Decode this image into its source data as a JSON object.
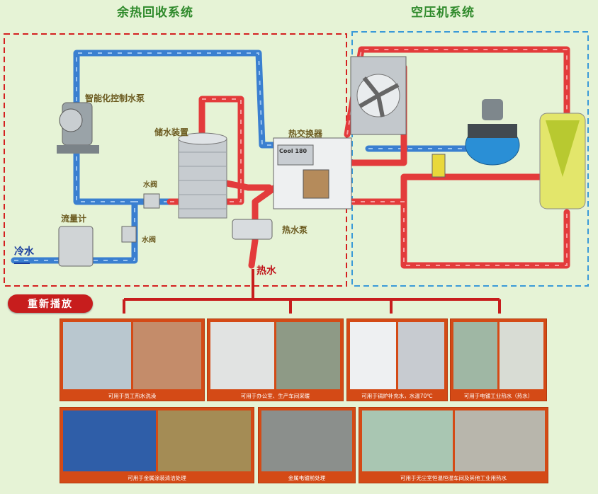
{
  "titles": {
    "left": "余热回收系统",
    "right": "空压机系统"
  },
  "labels": {
    "smart_pump": "智能化控制水泵",
    "storage": "储水装置",
    "heat_exchanger": "热交换器",
    "valve_1": "水阀",
    "valve_2": "水阀",
    "flowmeter": "流量计",
    "hot_pump": "热水泵",
    "cold_water": "冷水",
    "hot_water": "热水",
    "exchanger_display": "Cool 180"
  },
  "replay_button": "重新播放",
  "applications": [
    {
      "caption": "可用于员工热水洗澡",
      "colors": [
        "#b9c7cf",
        "#c48c6a"
      ]
    },
    {
      "caption": "可用于办公室、生产车间采暖",
      "colors": [
        "#e1e3e2",
        "#8e9a86"
      ]
    },
    {
      "caption": "可用于锅炉补充水，水温70℃",
      "colors": [
        "#eef0f2",
        "#c7cbd0"
      ]
    },
    {
      "caption": "可用于电镀工业热水（热水）",
      "colors": [
        "#9fb7a4",
        "#d8dcd4"
      ]
    },
    {
      "caption": "可用于金属涂装清洁处理",
      "colors": [
        "#2f5ea8",
        "#a48c55"
      ]
    },
    {
      "caption": "金属电镀前处理",
      "colors": [
        "#8b8f8c"
      ]
    },
    {
      "caption": "可用于无尘室恒温恒湿车间及其他工业用热水",
      "colors": [
        "#a9c6b2",
        "#b8b6ac"
      ]
    }
  ],
  "colors": {
    "hot_pipe": "#e33b3b",
    "cold_pipe": "#3a7fd0",
    "left_border": "#d42020",
    "right_border": "#3a9ad8",
    "title_green": "#2f8a2b"
  }
}
